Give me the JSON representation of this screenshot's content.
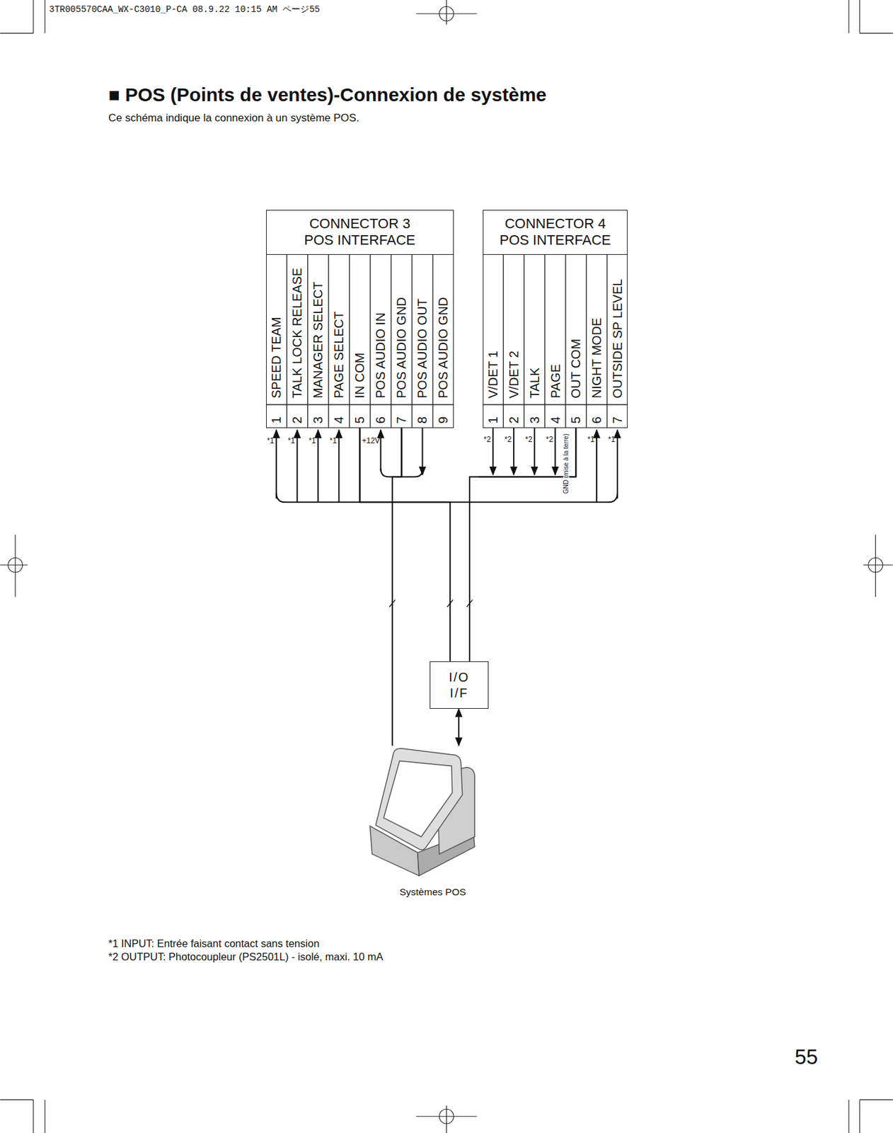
{
  "diagram": {
    "title": "■ POS (Points de ventes)-Connexion de système",
    "caption": "Ce schéma indique la connexion à un système POS.",
    "nodes": [
      {
        "text": [
          "CONNECTOR 3 POS INTERFACE"
        ]
      },
      {
        "text": [
          "CONNECTOR 4 POS INTERFACE"
        ]
      },
      {
        "text": [
          "I/O I/F"
        ]
      },
      {
        "text": [
          "Systèmes POS"
        ]
      }
    ],
    "edges": [
      {
        "from": 2,
        "to": 0,
        "arrow": "none"
      },
      {
        "from": 1,
        "to": 2,
        "arrow": "none"
      },
      {
        "from": 0,
        "to": 3,
        "arrow": "none"
      },
      {
        "from": 2,
        "to": 3,
        "arrow": "both"
      }
    ],
    "labels": [
      "3TR005570CAA_WX-C3010_P-CA 08.9.22 10:15 AM ページ55",
      "SPEED TEAM",
      "TALK LOCK RELEASE",
      "MANAGER SELECT",
      "PAGE SELECT",
      "IN COM",
      "POS AUDIO IN",
      "POS AUDIO GND",
      "POS AUDIO OUT",
      "POS AUDIO GND",
      "1",
      "2",
      "3",
      "4",
      "5",
      "6",
      "7",
      "8",
      "9",
      "V/DET 1",
      "V/DET 2",
      "TALK",
      "PAGE",
      "OUT COM",
      "NIGHT MODE",
      "OUTSIDE SP LEVEL",
      "1",
      "2",
      "3",
      "4",
      "5",
      "6",
      "7",
      "*1",
      "*1",
      "*1",
      "*1",
      "+12V",
      "*2",
      "*2",
      "*2",
      "*2",
      "GND (mise à la terre)",
      "*1",
      "*1",
      "*1 INPUT: Entrée faisant contact sans tension",
      "*2 OUTPUT: Photocoupleur (PS2501L) - isolé, maxi. 10 mA",
      "55"
    ]
  }
}
